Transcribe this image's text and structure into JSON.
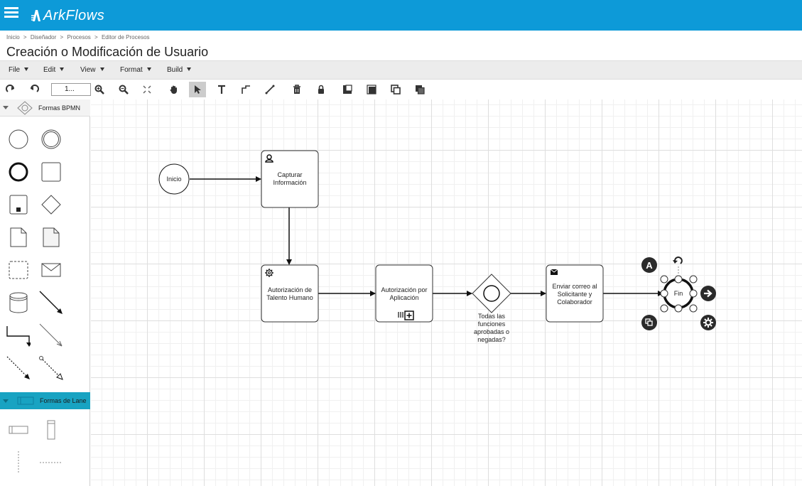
{
  "app": {
    "logo_text": "ArkFlows"
  },
  "breadcrumb": [
    "Inicio",
    ">",
    "Diseñador",
    ">",
    "Procesos",
    ">",
    "Editor de Procesos"
  ],
  "page": {
    "title": "Creación o Modificación de Usuario"
  },
  "menus": [
    "File",
    "Edit",
    "View",
    "Format",
    "Build"
  ],
  "toolbar": {
    "zoom_value": "1...",
    "tools": [
      "redo-icon",
      "undo-icon",
      "zoom-in-icon",
      "zoom-out-icon",
      "fit-icon",
      "pan-hand-icon",
      "pointer-icon",
      "text-icon",
      "elbow-connector-icon",
      "straight-connector-icon",
      "trash-icon",
      "lock-icon",
      "to-back-icon",
      "to-front-icon",
      "duplicate-icon",
      "group-icon"
    ],
    "active_tool": "pointer-icon"
  },
  "palettes": {
    "bpmn": {
      "title": "Formas BPMN"
    },
    "lanes": {
      "title": "Formas de Lane"
    }
  },
  "diagram": {
    "start_label": "Inicio",
    "task1_label_1": "Capturar",
    "task1_label_2": "Información",
    "task2_label_1": "Autorización de",
    "task2_label_2": "Talento Humano",
    "task3_label_1": "Autorización por",
    "task3_label_2": "Aplicación",
    "gateway_label": [
      "Todas las",
      "funciones",
      "aprobadas o",
      "negadas?"
    ],
    "task4_label": [
      "Enviar correo al",
      "Solicitante y",
      "Colaborador"
    ],
    "end_label": "Fin"
  },
  "colors": {
    "header": "#0d9ad8",
    "lane_palette": "#18a3c2",
    "selection_handle": "#2b2b2b"
  }
}
